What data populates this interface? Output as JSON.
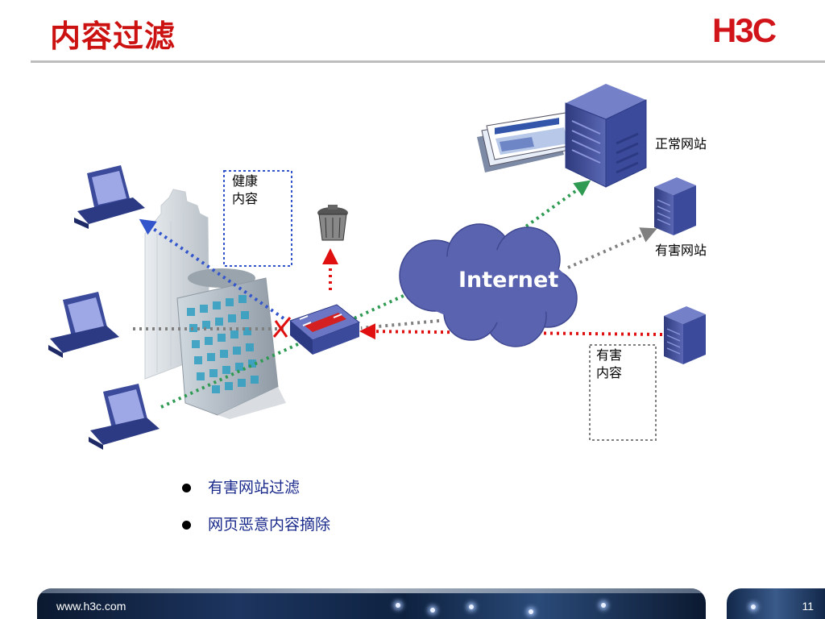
{
  "slide": {
    "title": "内容过滤",
    "logo_text": "H3C",
    "footer_url": "www.h3c.com",
    "page_number": "11"
  },
  "diagram": {
    "cloud_label": "Internet",
    "normal_site_label": "正常网站",
    "harmful_site_label": "有害网站",
    "healthy_content_label": [
      "健康",
      "内容"
    ],
    "harmful_content_label": [
      "有害",
      "内容"
    ],
    "colors": {
      "healthy_flow": "#2e9a52",
      "blocked_flow": "#e01010",
      "neutral_flow": "#808080",
      "filtered_to_client": "#3355cc",
      "cloud": "#5a63b0",
      "device": "#3b4a9a"
    }
  },
  "bullets": [
    "有害网站过滤",
    "网页恶意内容摘除"
  ]
}
